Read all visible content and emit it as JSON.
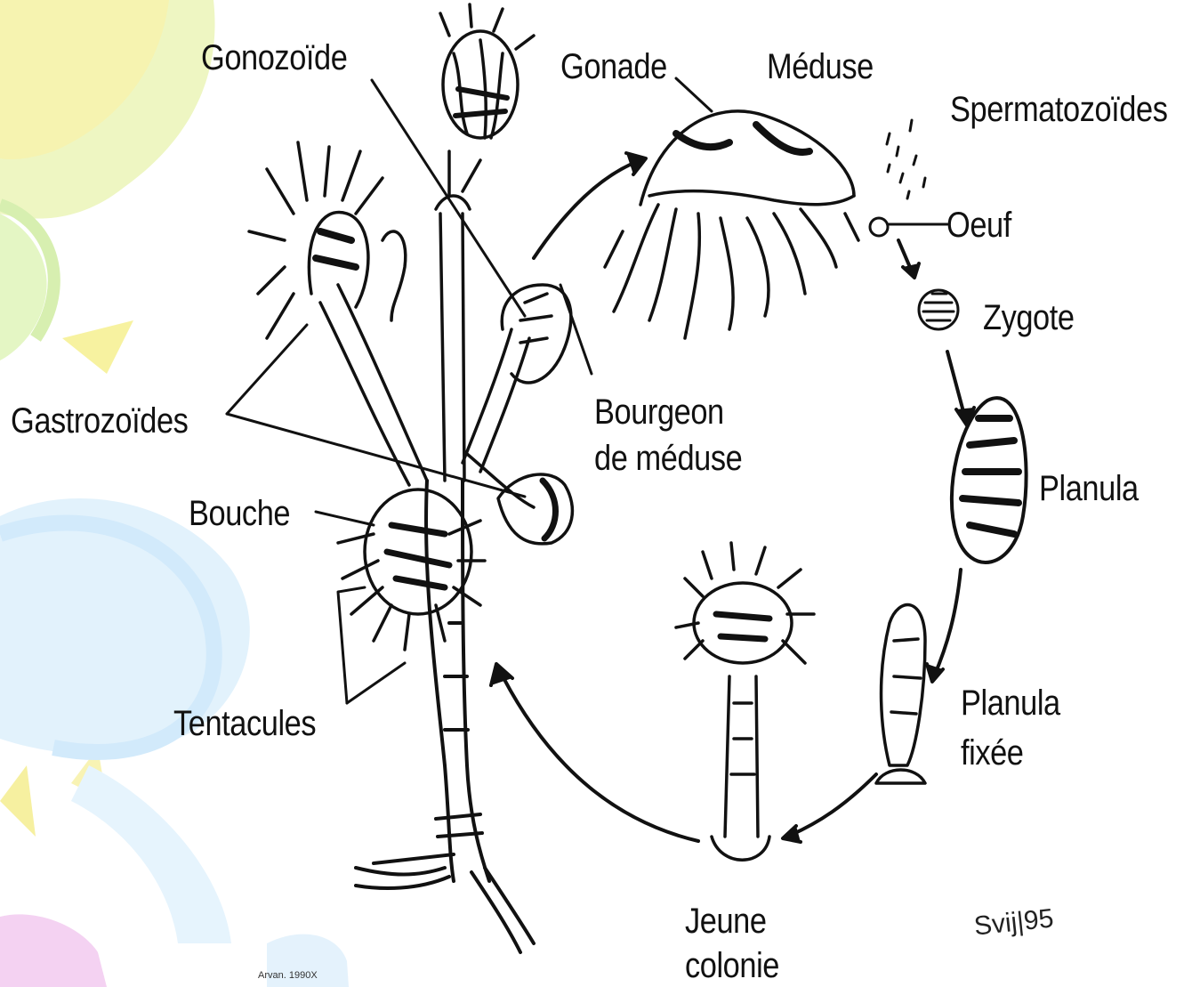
{
  "labels": {
    "gonozoide": "Gonozoïde",
    "gonade": "Gonade",
    "meduse": "Méduse",
    "spermatozoides": "Spermatozoïdes",
    "oeuf": "Oeuf",
    "zygote": "Zygote",
    "gastrozoides": "Gastrozoïdes",
    "bourgeon_line1": "Bourgeon",
    "bourgeon_line2": "de méduse",
    "planula": "Planula",
    "bouche": "Bouche",
    "planula_fixee_line1": "Planula",
    "planula_fixee_line2": "fixée",
    "tentacules": "Tentacules",
    "jeune_line1": "Jeune",
    "jeune_line2": "colonie"
  },
  "credits": {
    "bottom_small": "Arvan. 1990X",
    "signature": "Svij|95"
  },
  "colors": {
    "ink": "#111111",
    "background": "#ffffff",
    "swirl_yellow": "#f6f3a8",
    "swirl_green": "#dff4b8",
    "swirl_blue": "#d6eefc",
    "swirl_pink": "#f3d3f2"
  }
}
